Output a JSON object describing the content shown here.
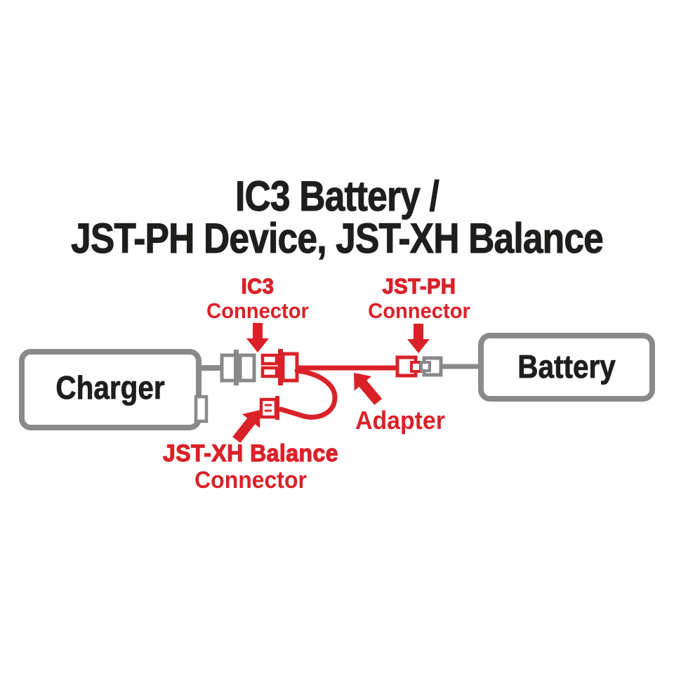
{
  "colors": {
    "red": "#da2128",
    "gray": "#87898b",
    "black": "#1e1e1c"
  },
  "title": {
    "line1": "IC3 Battery /",
    "line2": "JST-PH Device, JST-XH Balance"
  },
  "diagram": {
    "charger_label": "Charger",
    "battery_label": "Battery",
    "callouts": {
      "ic3": {
        "name": "IC3",
        "suffix": "Connector"
      },
      "jst_ph": {
        "name": "JST-PH",
        "suffix": "Connector"
      },
      "jst_xh": {
        "name": "JST-XH Balance",
        "suffix": "Connector"
      },
      "adapter": "Adapter"
    }
  },
  "icons": {
    "ic3-pointer": "block-arrow-down",
    "jst-ph-pointer": "block-arrow-down",
    "jst-xh-pointer": "block-arrow-up-right",
    "adapter-pointer": "block-arrow-up-left"
  }
}
